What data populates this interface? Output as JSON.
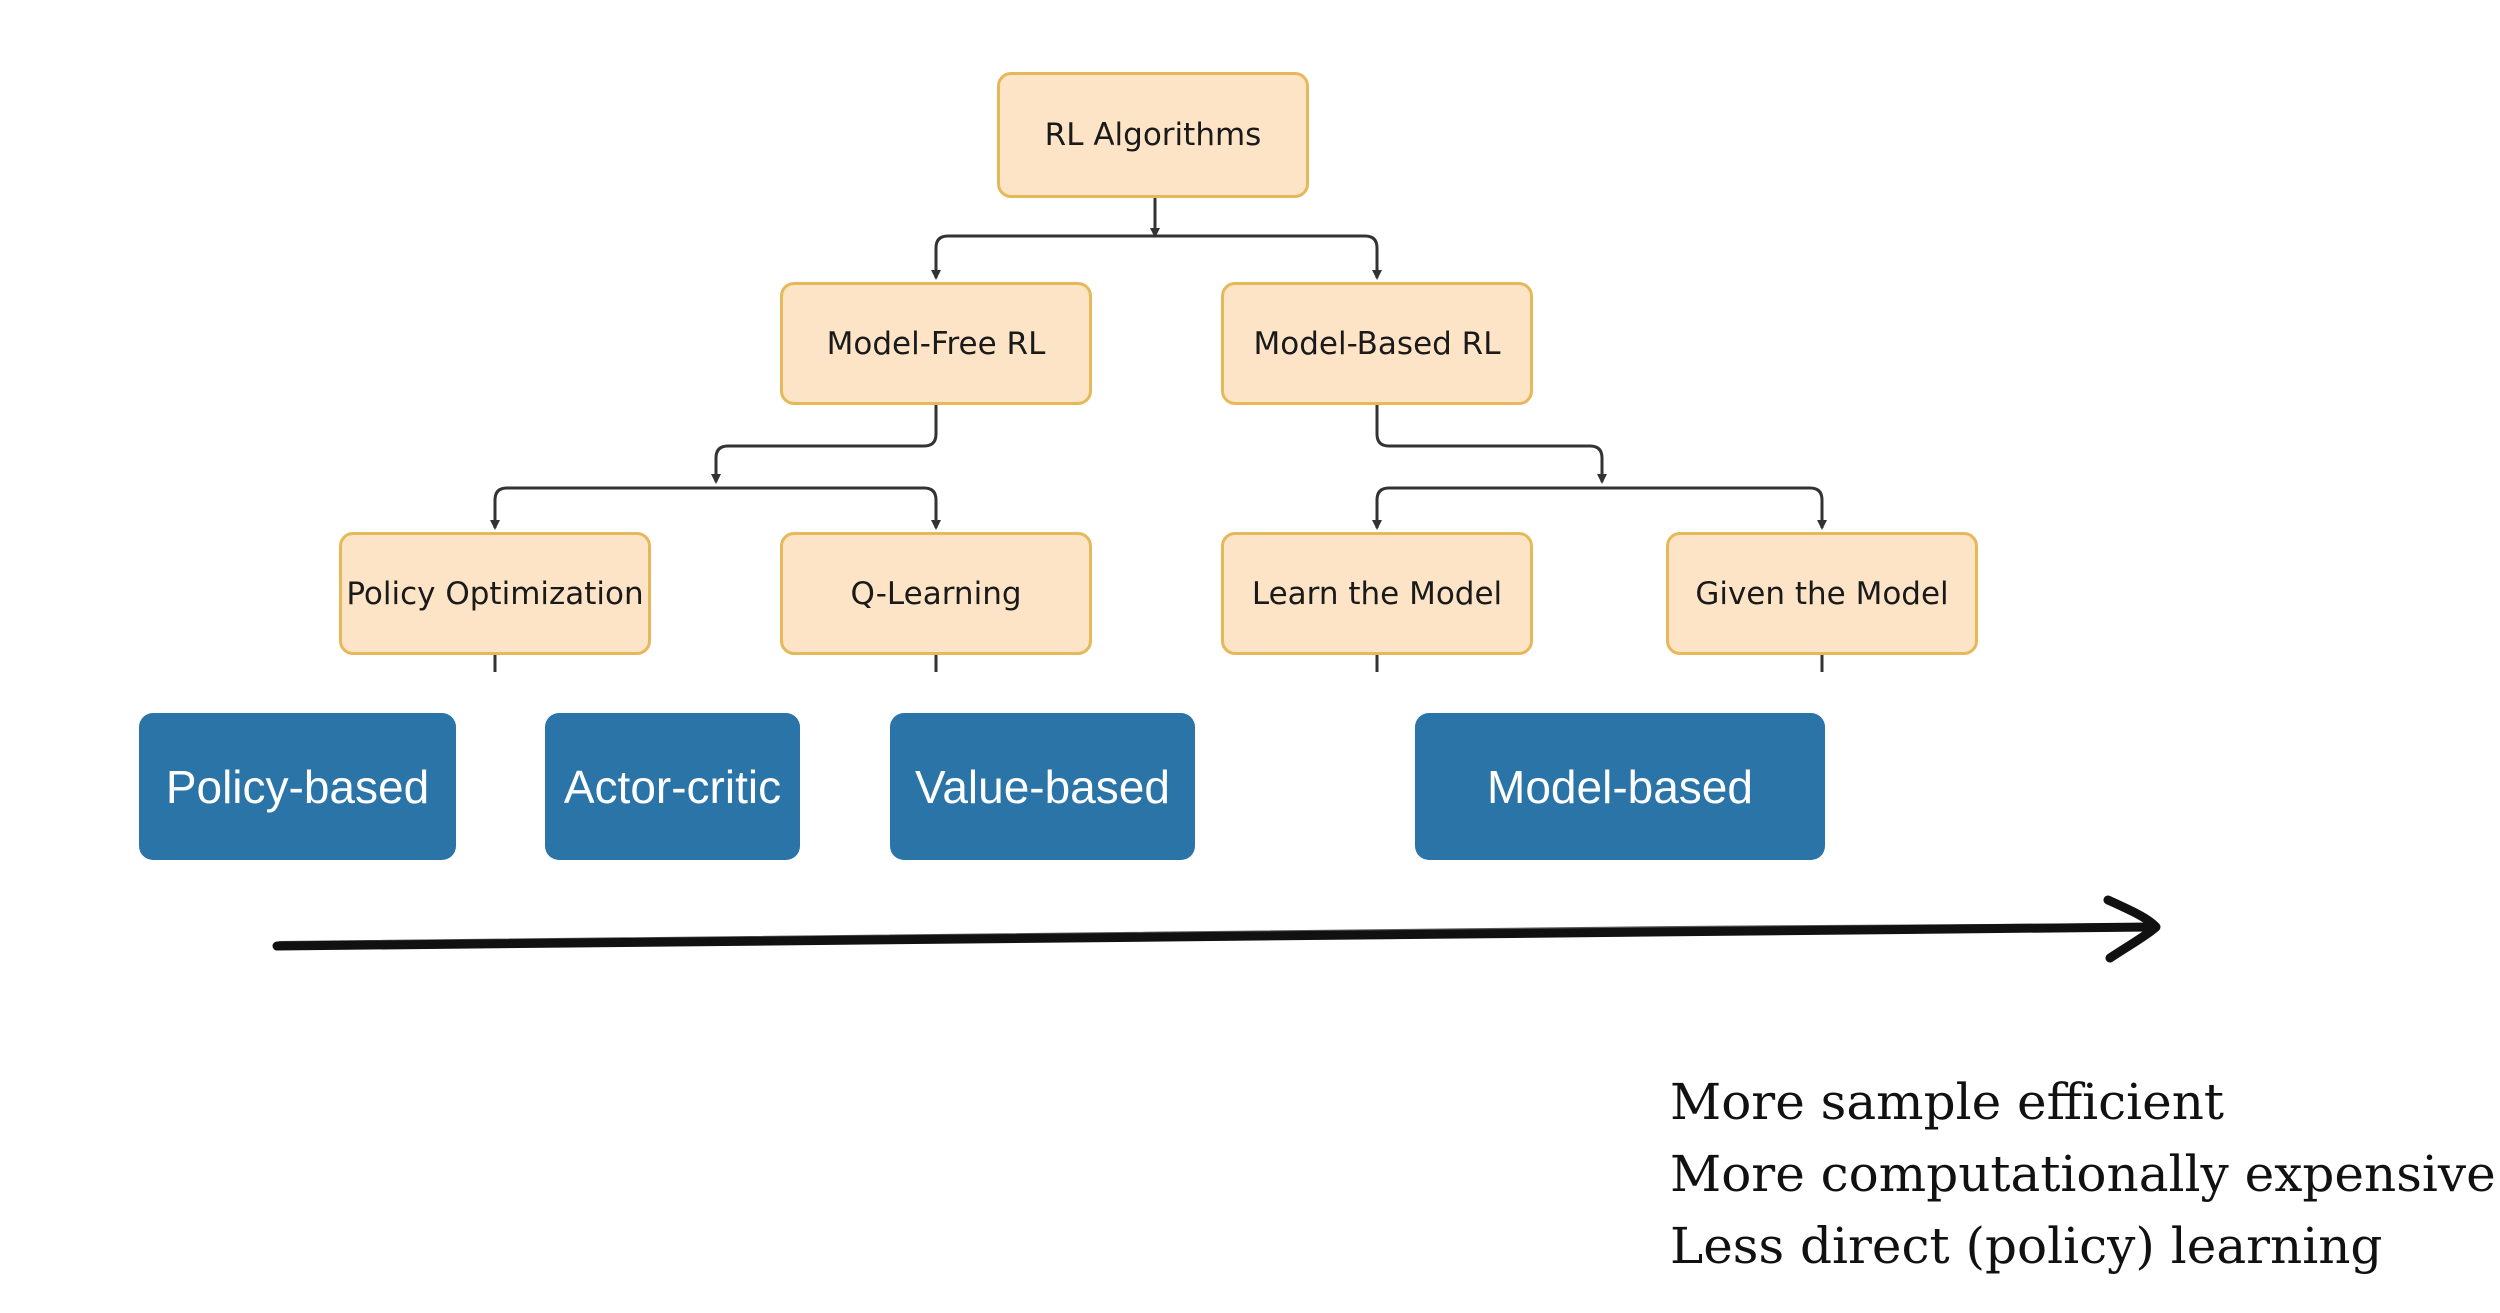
{
  "tree": {
    "root": "RL Algorithms",
    "model_free": "Model-Free RL",
    "model_based": "Model-Based RL",
    "policy_optimization": "Policy Optimization",
    "q_learning": "Q-Learning",
    "learn_the_model": "Learn the Model",
    "given_the_model": "Given the Model"
  },
  "categories": {
    "policy_based": "Policy-based",
    "actor_critic": "Actor-critic",
    "value_based": "Value-based",
    "model_based": "Model-based"
  },
  "arrow_notes": [
    "More sample efficient",
    "More computationally expensive",
    "Less direct (policy) learning"
  ],
  "colors": {
    "node_fill": "#fde4c7",
    "node_border": "#e7b85a",
    "category_fill": "#2a74a8",
    "connector": "#333333"
  }
}
